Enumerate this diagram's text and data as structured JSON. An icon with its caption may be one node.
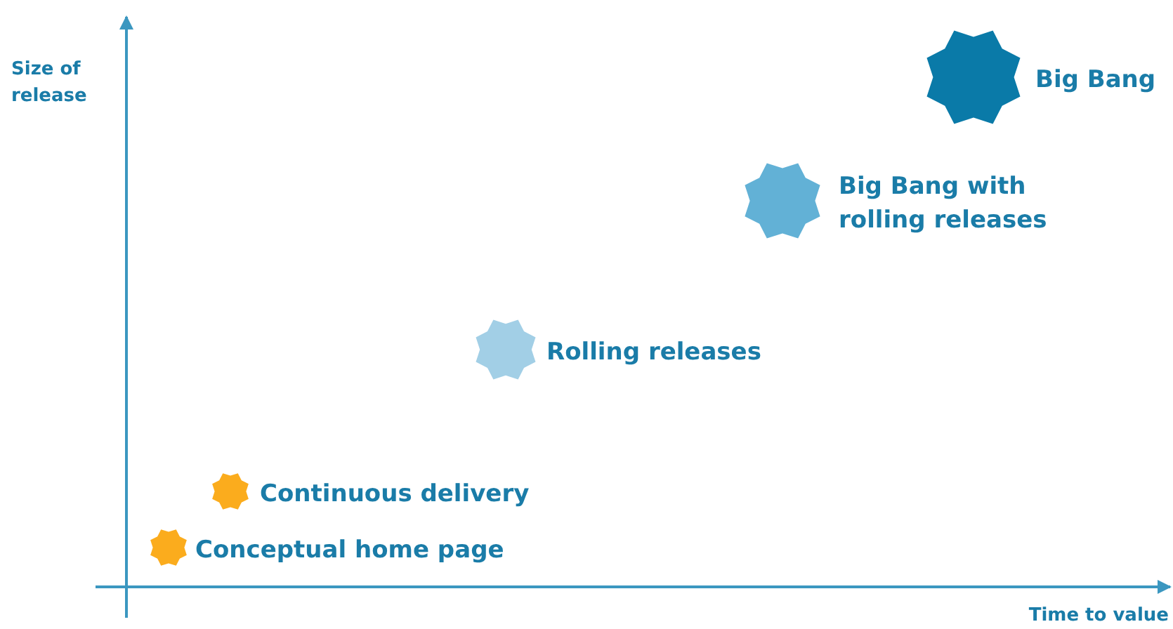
{
  "diagram": {
    "nodes": [
      {
        "text": [],
        "shape": "star",
        "beside": [
          "Big Bang"
        ]
      },
      {
        "text": [],
        "shape": "star",
        "beside": [
          "Big Bang with rolling releases"
        ]
      },
      {
        "text": [],
        "shape": "star",
        "beside": [
          "Rolling releases"
        ]
      },
      {
        "text": [],
        "shape": "star",
        "beside": [
          "Continuous delivery"
        ]
      },
      {
        "text": [],
        "shape": "star",
        "beside": [
          "Conceptual home page"
        ]
      }
    ],
    "edges": [],
    "labels": [
      "Size of release",
      "Time to value"
    ]
  }
}
